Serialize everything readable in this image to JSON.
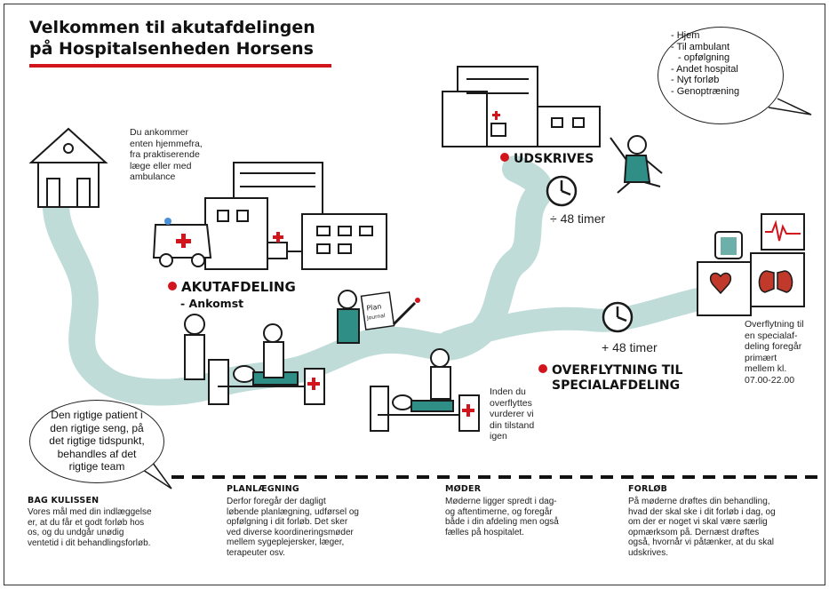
{
  "title": {
    "line1": "Velkommen til akutafdelingen",
    "line2": "på Hospitalsenheden Horsens"
  },
  "arrival_note": {
    "lines": [
      "Du ankommer",
      "enten hjemmefra,",
      "fra praktiserende",
      "læge eller med",
      "ambulance"
    ]
  },
  "stations": {
    "akut_title": "AKUTAFDELING",
    "akut_sub": "- Ankomst",
    "discharge": "UDSKRIVES",
    "transfer_line1": "OVERFLYTNING TIL",
    "transfer_line2": "SPECIALAFDELING"
  },
  "timers": {
    "minus48": "÷ 48 timer",
    "plus48": "+ 48 timer"
  },
  "destinations": [
    "Hjem",
    "Til ambulant",
    "opfølgning",
    "Andet hospital",
    "Nyt forløb",
    "Genoptræning"
  ],
  "reassess_note": {
    "lines": [
      "Inden du",
      "overflyttes",
      "vurderer vi",
      "din tilstand",
      "igen"
    ]
  },
  "transfer_note": {
    "lines": [
      "Overflytning til",
      "en specialaf-",
      "deling foregår",
      "primært",
      "mellem kl.",
      "07.00-22.00"
    ]
  },
  "patient_bubble": {
    "lines": [
      "Den rigtige patient i",
      "den rigtige seng, på",
      "det rigtige tidspunkt,",
      "behandles af det",
      "rigtige team"
    ]
  },
  "props": {
    "plan_label": "Plan\nJournal"
  },
  "sections": [
    {
      "title": "BAG KULISSEN",
      "lines": [
        "Vores mål med din indlæggelse",
        "er, at du får et godt forløb hos",
        "os, og du undgår unødig",
        "ventetid i dit behandlingsforløb."
      ]
    },
    {
      "title": "PLANLÆGNING",
      "lines": [
        "Derfor foregår der dagligt",
        "løbende planlægning, udførsel og",
        "opfølgning i dit forløb. Det sker",
        "ved diverse koordineringsmøder",
        "mellem sygeplejersker, læger,",
        "terapeuter osv."
      ]
    },
    {
      "title": "MØDER",
      "lines": [
        "Møderne ligger spredt i dag-",
        "og aftentimerne, og foregår",
        "både i din afdeling men også",
        "fælles på hospitalet."
      ]
    },
    {
      "title": "FORLØB",
      "lines": [
        "På møderne drøftes din behandling,",
        "hvad der skal ske i dit forløb i dag, og",
        "om der er noget vi skal være særlig",
        "opmærksom på. Dernæst drøftes",
        "også, hvornår vi påtænker, at du skal",
        "udskrives."
      ]
    }
  ],
  "colors": {
    "accent_red": "#d2141c",
    "river": "#bfdcd9",
    "teal_clothes": "#2f8f86",
    "ink": "#1a1a1a"
  }
}
